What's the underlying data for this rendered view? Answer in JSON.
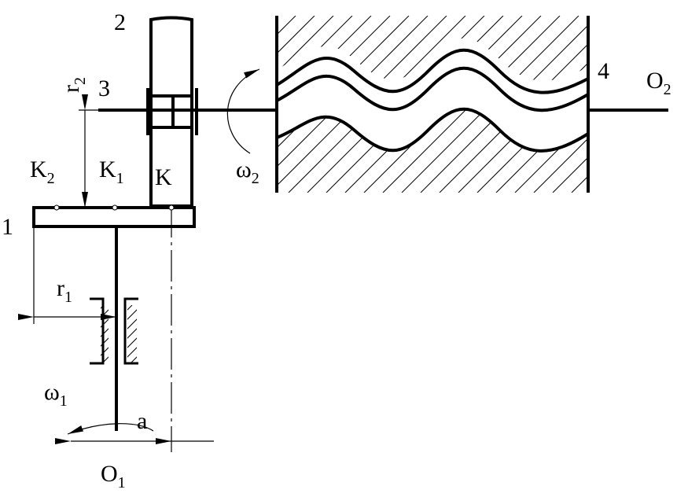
{
  "labels": {
    "gear_2": "2",
    "shaft_3": "3",
    "disk_1": "1",
    "cam_4": "4",
    "O2": "O",
    "O2_sub": "2",
    "O1": "O",
    "O1_sub": "1",
    "r2": "r",
    "r2_sub": "2",
    "r1": "r",
    "r1_sub": "1",
    "K2": "K",
    "K2_sub": "2",
    "K1": "K",
    "K1_sub": "1",
    "K": "K",
    "omega2": "ω",
    "omega2_sub": "2",
    "omega1": "ω",
    "omega1_sub": "1",
    "a": "a"
  }
}
